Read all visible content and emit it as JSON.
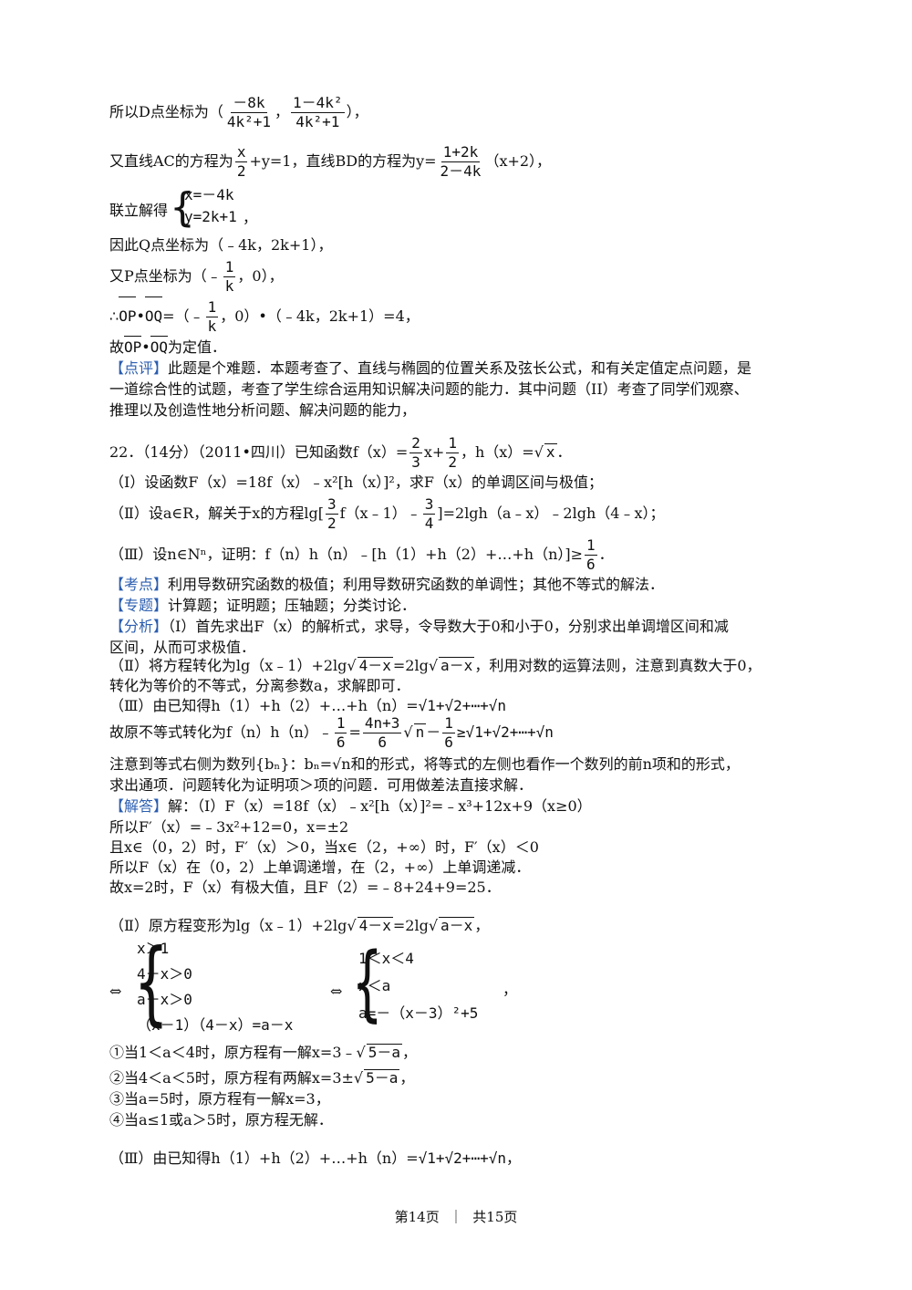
{
  "lines": {
    "l1_pre": "所以D点坐标为（",
    "l1_f1n": "－8k",
    "l1_f1d": "4k²+1",
    "l1_sep": "，",
    "l1_f2n": "1－4k²",
    "l1_f2d": "4k²+1",
    "l1_post": "），",
    "l2_pre": "又直线AC的方程为",
    "l2_fn": "x",
    "l2_fd": "2",
    "l2_mid": "+y=1，直线BD的方程为y=",
    "l2_f2n": "1+2k",
    "l2_f2d": "2－4k",
    "l2_post": "（x+2），",
    "l3_pre": "联立解得",
    "l3_a": "x=－4k",
    "l3_b": "y=2k+1",
    "l3_post": "，",
    "l4": "因此Q点坐标为（﹣4k，2k+1），",
    "l5_pre": "又P点坐标为（﹣",
    "l5_fn": "1",
    "l5_fd": "k",
    "l5_post": "，0），",
    "l6_pre": "∴",
    "l6_v1": "OP",
    "l6_dot": "•",
    "l6_v2": "OQ",
    "l6_mid": "=（﹣",
    "l6_fn": "1",
    "l6_fd": "k",
    "l6_post": "，0）•（﹣4k，2k+1）=4，",
    "l7_pre": "故",
    "l7_v1": "OP",
    "l7_dot": "•",
    "l7_v2": "OQ",
    "l7_post": "为定值．",
    "dp_tag": "【点评】",
    "dp_1": "此题是个难题．本题考查了、直线与椭圆的位置关系及弦长公式，和有关定值定点问题，是",
    "dp_2": "一道综合性的试题，考查了学生综合运用知识解决问题的能力．其中问题（II）考查了同学们观察、",
    "dp_3": "推理以及创造性地分析问题、解决问题的能力，",
    "q22_pre": "22．（14分）（2011•四川）已知函数f（x）=",
    "q22_f1n": "2",
    "q22_f1d": "3",
    "q22_mid": "x+",
    "q22_f2n": "1",
    "q22_f2d": "2",
    "q22_mid2": "，h（x）=",
    "q22_sq": "x",
    "q22_post": "．",
    "qI": "（Ⅰ）设函数F（x）=18f（x）﹣x²[h（x）]²，求F（x）的单调区间与极值；",
    "qII_pre": "（Ⅱ）设a∈R，解关于x的方程lg[",
    "qII_f1n": "3",
    "qII_f1d": "2",
    "qII_mid": "f（x﹣1）﹣",
    "qII_f2n": "3",
    "qII_f2d": "4",
    "qII_post": "]=2lgh（a﹣x）﹣2lgh（4﹣x）；",
    "qIII_pre": "（Ⅲ）设n∈Nⁿ，证明：f（n）h（n）﹣[h（1）+h（2）+…+h（n）]≥",
    "qIII_fn": "1",
    "qIII_fd": "6",
    "qIII_post": "．",
    "kd_tag": "【考点】",
    "kd": "利用导数研究函数的极值；利用导数研究函数的单调性；其他不等式的解法．",
    "zt_tag": "【专题】",
    "zt": "计算题；证明题；压轴题；分类讨论．",
    "fx_tag": "【分析】",
    "fx_1": "（Ⅰ）首先求出F（x）的解析式，求导，令导数大于0和小于0，分别求出单调增区间和减",
    "fx_2": "区间，从而可求极值．",
    "fx_3_pre": "（Ⅱ）将方程转化为lg（x﹣1）+2lg",
    "fx_3_s1": "4－x",
    "fx_3_mid": "=2lg",
    "fx_3_s2": "a－x",
    "fx_3_post": "，利用对数的运算法则，注意到真数大于0，",
    "fx_4": "转化为等价的不等式，分离参数a，求解即可．",
    "fx_5_pre": "（Ⅲ）由已知得h（1）+h（2）+…+h（n）=",
    "fx_5_expr": "√1+√2+⋯+√n",
    "fx_6_pre": "故原不等式转化为f（n）h（n）﹣",
    "fx_6_f1n": "1",
    "fx_6_f1d": "6",
    "fx_6_eq": "=",
    "fx_6_f2n": "4n+3",
    "fx_6_f2d": "6",
    "fx_6_sq": "n",
    "fx_6_minus": "－",
    "fx_6_f3n": "1",
    "fx_6_f3d": "6",
    "fx_6_post": "≥√1+√2+⋯+√n",
    "fx_7": "注意到等式右侧为数列{bₙ}：bₙ=√n和的形式，将等式的左侧也看作一个数列的前n项和的形式，",
    "fx_8": "求出通项．问题转化为证明项＞项的问题．可用做差法直接求解．",
    "jd_tag": "【解答】",
    "jd_1": "解：（Ⅰ）F（x）=18f（x）﹣x²[h（x）]²=﹣x³+12x+9（x≥0）",
    "jd_2": "所以F′（x）=﹣3x²+12=0，x=±2",
    "jd_3": "且x∈（0，2）时，F′（x）＞0，当x∈（2，+∞）时，F′（x）＜0",
    "jd_4": "所以F（x）在（0，2）上单调递增，在（2，+∞）上单调递减．",
    "jd_5": "故x=2时，F（x）有极大值，且F（2）=﹣8+24+9=25．",
    "ii_pre": "（Ⅱ）原方程变形为lg（x﹣1）+2lg",
    "ii_s1": "4－x",
    "ii_mid": "=2lg",
    "ii_s2": "a－x",
    "ii_post": "，",
    "sys_arrow1": "⇔",
    "sys1": [
      "x＞1",
      "4－x＞0",
      "a－x＞0",
      "（x－1）（4－x）=a－x"
    ],
    "sys_arrow2": "⇔",
    "sys2": [
      "1＜x＜4",
      "x＜a",
      "a=－（x－3）²+5"
    ],
    "sys_post": "，",
    "c1_pre": "①当1＜a＜4时，原方程有一解x=3﹣",
    "c1_sq": "5－a",
    "c1_post": "，",
    "c2_pre": "②当4＜a＜5时，原方程有两解x=3±",
    "c2_sq": "5－a",
    "c2_post": "，",
    "c3": "③当a=5时，原方程有一解x=3，",
    "c4": "④当a≤1或a＞5时，原方程无解．",
    "iii_pre": "（Ⅲ）由已知得h（1）+h（2）+…+h（n）=",
    "iii_expr": "√1+√2+⋯+√n",
    "iii_post": "，"
  },
  "footer": {
    "page": "第14页",
    "sep": "｜",
    "total": "共15页"
  }
}
